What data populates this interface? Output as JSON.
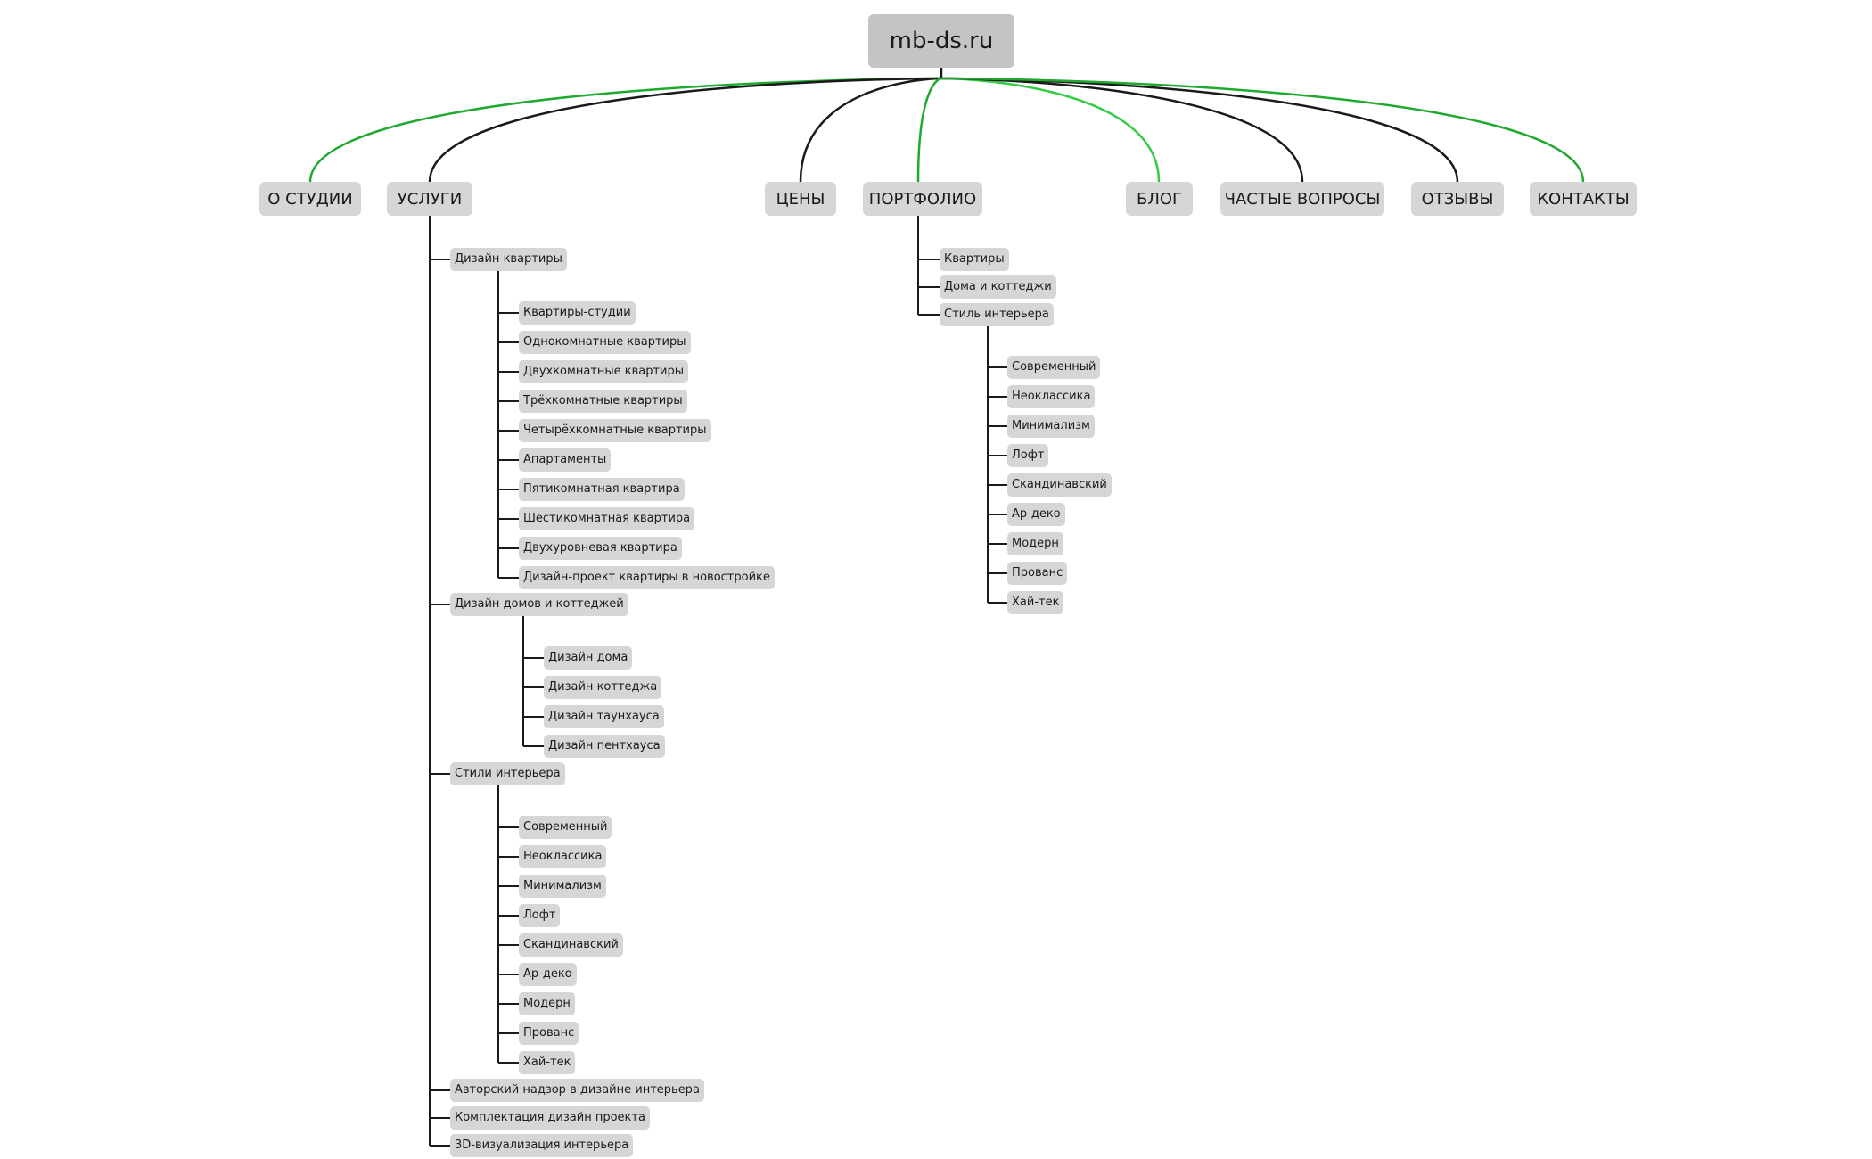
{
  "root": {
    "label": "mb-ds.ru"
  },
  "sections": {
    "about": {
      "label": "О СТУДИИ",
      "link_color": "#1faa2f"
    },
    "services": {
      "label": "УСЛУГИ",
      "link_color": "#1a1a1a",
      "apartment_design": {
        "label": "Дизайн квартиры",
        "children": [
          "Квартиры-студии",
          "Однокомнатные квартиры",
          "Двухкомнатные квартиры",
          "Трёхкомнатные квартиры",
          "Четырёхкомнатные квартиры",
          "Апартаменты",
          "Пятикомнатная квартира",
          "Шестикомнатная квартира",
          "Двухуровневая квартира",
          "Дизайн-проект квартиры в новостройке"
        ]
      },
      "house_design": {
        "label": "Дизайн домов и коттеджей",
        "children": [
          "Дизайн дома",
          "Дизайн коттеджа",
          "Дизайн таунхауса",
          "Дизайн пентхауса"
        ]
      },
      "interior_styles": {
        "label": "Стили интерьера",
        "children": [
          "Современный",
          "Неоклассика",
          "Минимализм",
          "Лофт",
          "Скандинавский",
          "Ар-деко",
          "Модерн",
          "Прованс",
          "Хай-тек"
        ]
      },
      "supervision": "Авторский надзор в дизайне интерьера",
      "completion": "Комплектация дизайн проекта",
      "visualization": "3D-визуализация интерьера"
    },
    "prices": {
      "label": "ЦЕНЫ",
      "link_color": "#1a1a1a"
    },
    "portfolio": {
      "label": "ПОРТФОЛИО",
      "link_color": "#1faa2f",
      "apartments": "Квартиры",
      "houses": "Дома и коттеджи",
      "interior_style": {
        "label": "Стиль интерьера",
        "children": [
          "Современный",
          "Неоклассика",
          "Минимализм",
          "Лофт",
          "Скандинавский",
          "Ар-деко",
          "Модерн",
          "Прованс",
          "Хай-тек"
        ]
      }
    },
    "blog": {
      "label": "БЛОГ",
      "link_color": "#33cc44"
    },
    "faq": {
      "label": "ЧАСТЫЕ ВОПРОСЫ",
      "link_color": "#1a1a1a"
    },
    "reviews": {
      "label": "ОТЗЫВЫ",
      "link_color": "#1a1a1a"
    },
    "contacts": {
      "label": "КОНТАКТЫ",
      "link_color": "#1faa2f"
    }
  },
  "colors": {
    "node_bg": "#d6d6d6",
    "root_bg": "#c4c4c4",
    "tree_line": "#1a1a1a"
  }
}
